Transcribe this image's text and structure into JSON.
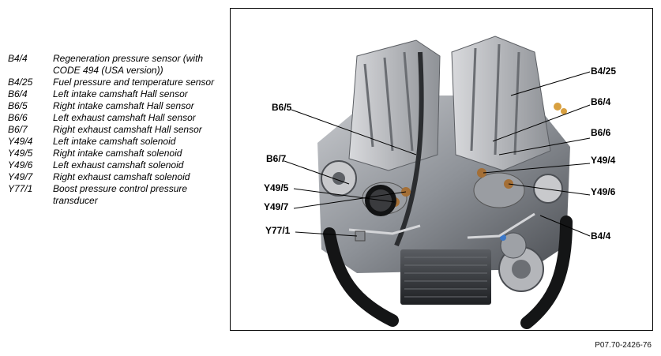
{
  "legend": [
    {
      "code": "B4/4",
      "desc": "Regeneration pressure sensor (with CODE 494 (USA version))"
    },
    {
      "code": "B4/25",
      "desc": "Fuel pressure and temperature sensor"
    },
    {
      "code": "B6/4",
      "desc": "Left intake camshaft Hall sensor"
    },
    {
      "code": "B6/5",
      "desc": "Right intake camshaft Hall sensor"
    },
    {
      "code": "B6/6",
      "desc": "Left exhaust camshaft Hall sensor"
    },
    {
      "code": "B6/7",
      "desc": "Right exhaust camshaft Hall sensor"
    },
    {
      "code": "Y49/4",
      "desc": "Left intake camshaft solenoid"
    },
    {
      "code": "Y49/5",
      "desc": "Right intake camshaft solenoid"
    },
    {
      "code": "Y49/6",
      "desc": "Left exhaust camshaft solenoid"
    },
    {
      "code": "Y49/7",
      "desc": "Right exhaust camshaft solenoid"
    },
    {
      "code": "Y77/1",
      "desc": "Boost pressure control pressure transducer"
    }
  ],
  "callouts": {
    "b4_25": "B4/25",
    "b6_4": "B6/4",
    "b6_6": "B6/6",
    "y49_4": "Y49/4",
    "y49_6": "Y49/6",
    "b4_4": "B4/4",
    "b6_5": "B6/5",
    "b6_7": "B6/7",
    "y49_5": "Y49/5",
    "y49_7": "Y49/7",
    "y77_1": "Y77/1"
  },
  "caption": "P07.70-2426-76"
}
